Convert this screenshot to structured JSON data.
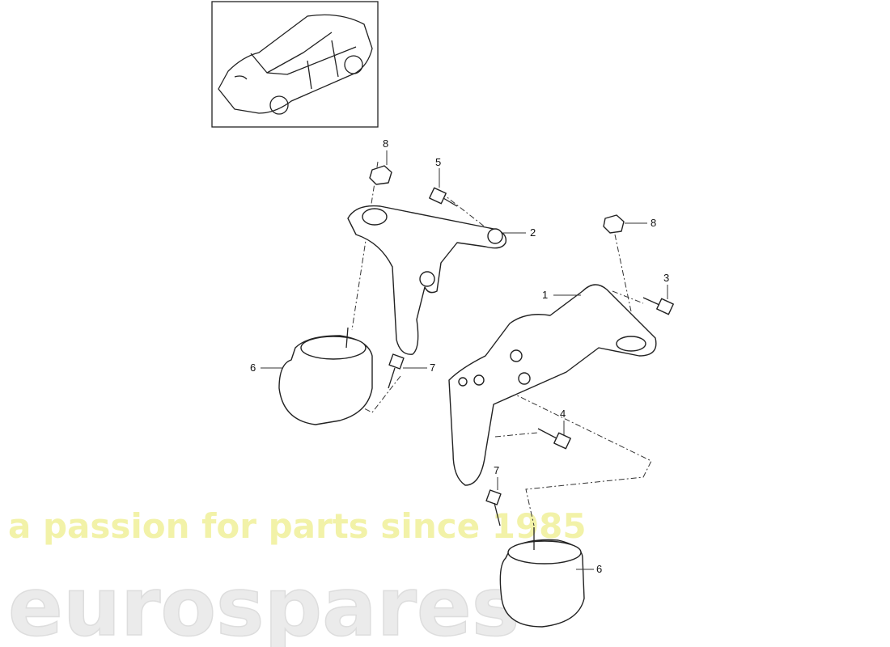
{
  "watermark": {
    "brand": "eurospares",
    "tagline": "a passion for parts since 1985",
    "brand_color": "#e8e8e8",
    "tagline_color": "#f0f0a0"
  },
  "thumbnail": {
    "icon": "car-overview-icon"
  },
  "callouts": [
    {
      "number": "8",
      "part": "nut"
    },
    {
      "number": "5",
      "part": "bolt"
    },
    {
      "number": "2",
      "part": "bracket"
    },
    {
      "number": "8",
      "part": "nut"
    },
    {
      "number": "1",
      "part": "bracket"
    },
    {
      "number": "3",
      "part": "bolt"
    },
    {
      "number": "6",
      "part": "engine-mount"
    },
    {
      "number": "7",
      "part": "bolt"
    },
    {
      "number": "4",
      "part": "bolt"
    },
    {
      "number": "7",
      "part": "bolt"
    },
    {
      "number": "6",
      "part": "engine-mount"
    }
  ]
}
